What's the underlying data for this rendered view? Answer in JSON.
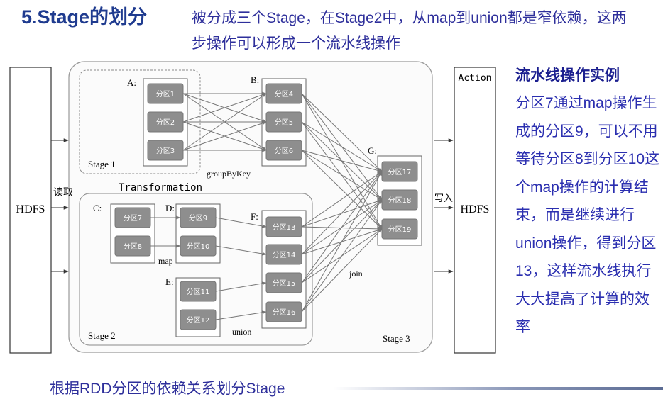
{
  "slide": {
    "title": "5.Stage的划分",
    "subtitle": "被分成三个Stage，在Stage2中，从map到union都是窄依赖，这两步操作可以形成一个流水线操作",
    "side_heading": "流水线操作实例",
    "side_text": "分区7通过map操作生成的分区9，可以不用等待分区8到分区10这个map操作的计算结束，而是继续进行union操作，得到分区13，这样流水线执行大大提高了计算的效率",
    "footer": "根据RDD分区的依赖关系划分Stage"
  },
  "diagram": {
    "hdfs_left": "HDFS",
    "hdfs_right": "HDFS",
    "read_label": "读取",
    "write_label": "写入",
    "action_label": "Action",
    "transformation_label": "Transformation",
    "stages": {
      "stage1": "Stage 1",
      "stage2": "Stage 2",
      "stage3": "Stage 3"
    },
    "rdd_labels": {
      "A": "A:",
      "B": "B:",
      "C": "C:",
      "D": "D:",
      "E": "E:",
      "F": "F:",
      "G": "G:"
    },
    "operations": {
      "groupByKey": "groupByKey",
      "map": "map",
      "union": "union",
      "join": "join"
    },
    "partitions": {
      "p1": "分区1",
      "p2": "分区2",
      "p3": "分区3",
      "p4": "分区4",
      "p5": "分区5",
      "p6": "分区6",
      "p7": "分区7",
      "p8": "分区8",
      "p9": "分区9",
      "p10": "分区10",
      "p11": "分区11",
      "p12": "分区12",
      "p13": "分区13",
      "p14": "分区14",
      "p15": "分区15",
      "p16": "分区16",
      "p17": "分区17",
      "p18": "分区18",
      "p19": "分区19"
    }
  }
}
